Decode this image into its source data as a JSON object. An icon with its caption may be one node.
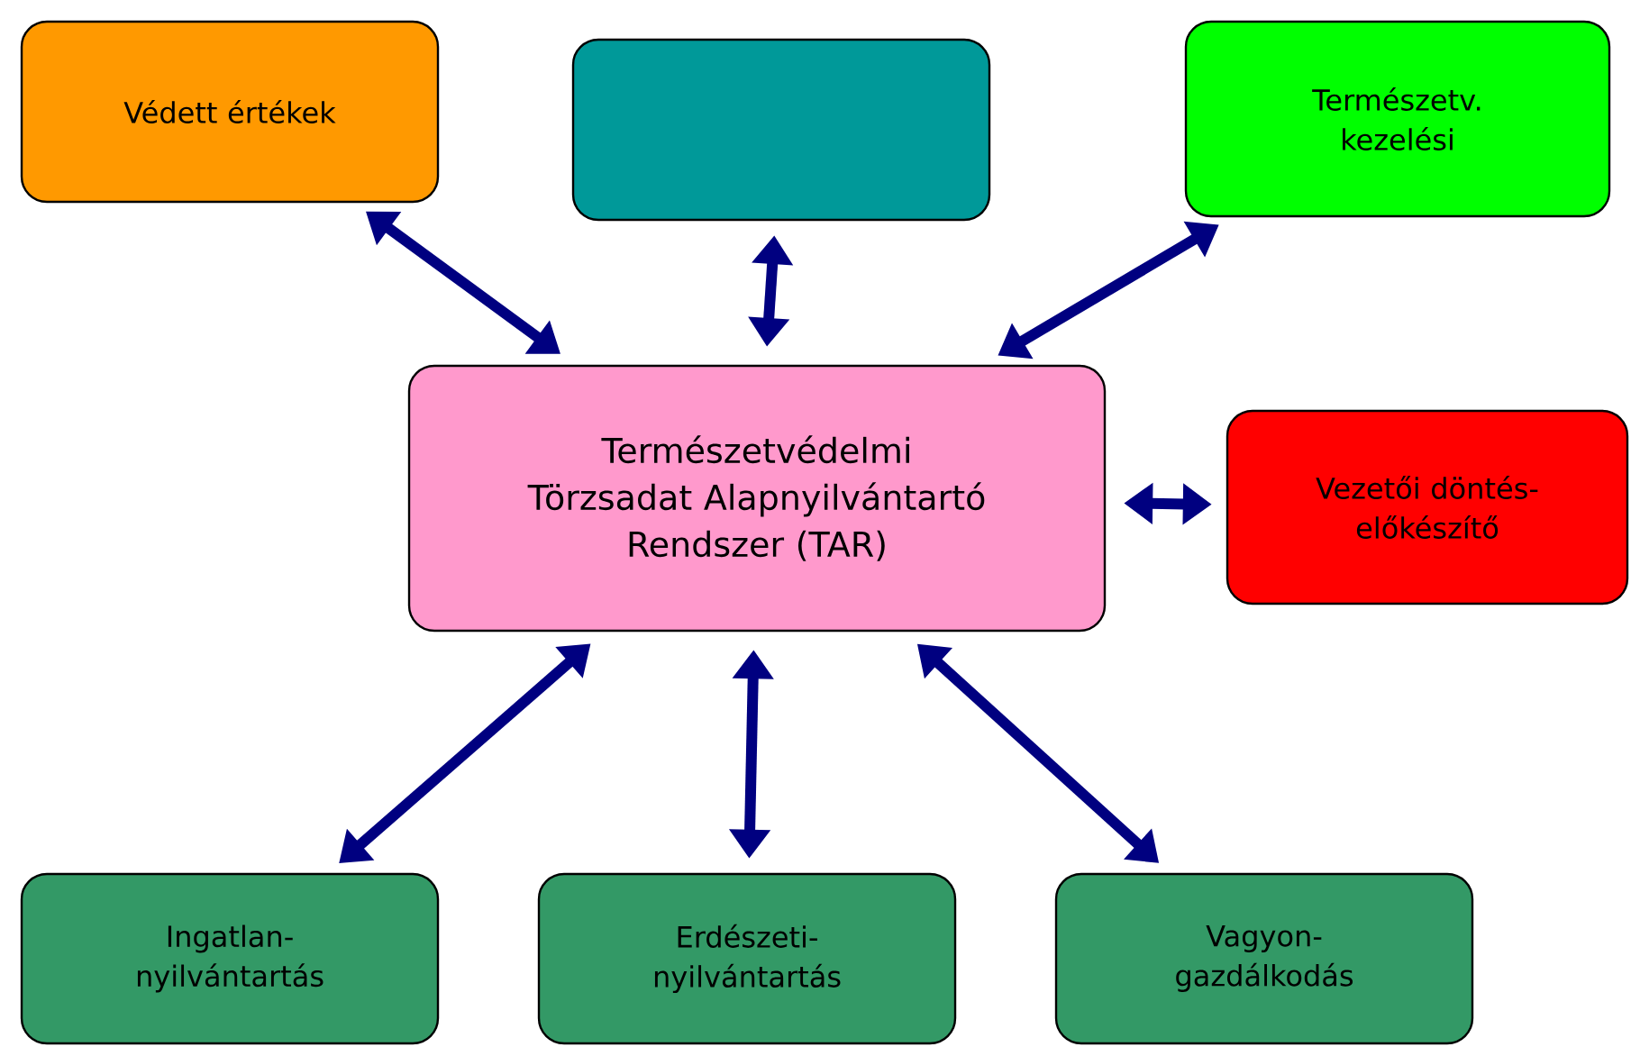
{
  "diagram": {
    "nodes": [
      {
        "text": [
          "Védett értékek"
        ]
      },
      {
        "text": [],
        "shape": "box"
      },
      {
        "text": [
          "Természetv. kezelési"
        ]
      },
      {
        "text": [
          "Természetvédelmi Törzsadat Alapnyilvántartó Rendszer (TAR)"
        ]
      },
      {
        "text": [
          "Vezetői döntés-előkészítő"
        ]
      },
      {
        "text": [
          "Ingatlan-nyilvántartás"
        ]
      },
      {
        "text": [
          "Erdészeti-nyilvántartás"
        ]
      },
      {
        "text": [
          "Vagyon-gazdálkodás"
        ]
      }
    ],
    "edges": [
      {
        "from": 0,
        "to": 3,
        "arrow": "both"
      },
      {
        "from": 1,
        "to": 3,
        "arrow": "both"
      },
      {
        "from": 2,
        "to": 3,
        "arrow": "both"
      },
      {
        "from": 4,
        "to": 3,
        "arrow": "both"
      },
      {
        "from": 5,
        "to": 3,
        "arrow": "both"
      },
      {
        "from": 6,
        "to": 3,
        "arrow": "both"
      },
      {
        "from": 7,
        "to": 3,
        "arrow": "both"
      }
    ]
  }
}
